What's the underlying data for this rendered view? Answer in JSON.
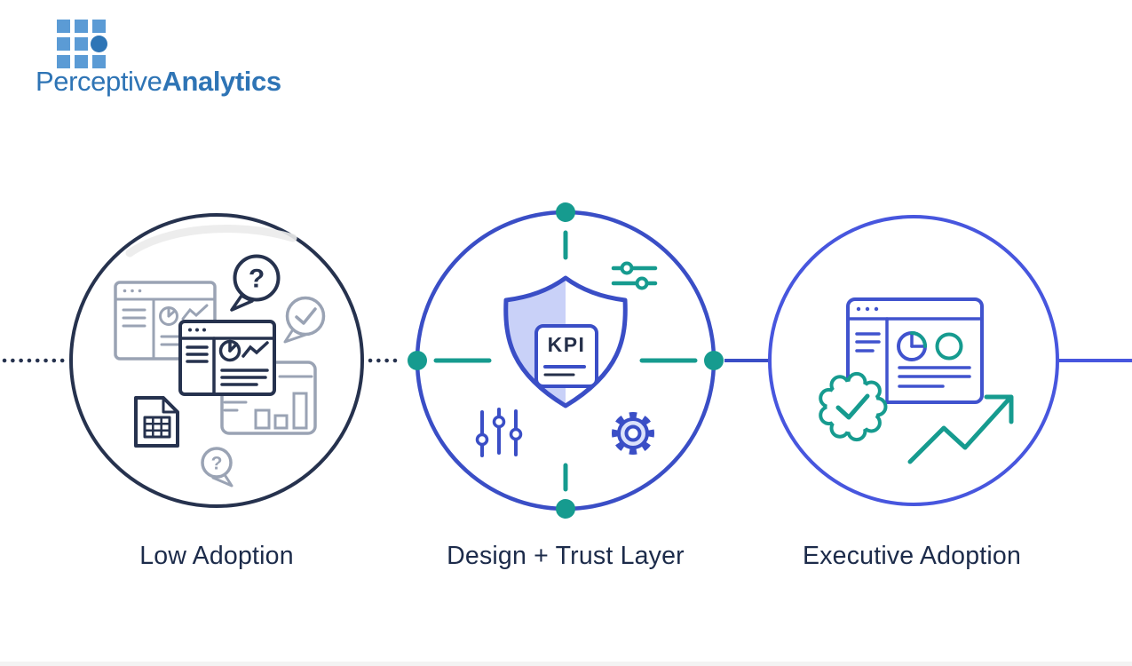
{
  "logo": {
    "brand_regular": "Perceptive",
    "brand_bold": "Analytics",
    "text_color": "#2E74B5",
    "square_color": "#5B9BD5",
    "dot_color": "#2E75B6"
  },
  "colors": {
    "navy": "#26324E",
    "gray_icon": "#9AA3B4",
    "blue": "#3A4EC6",
    "blue_light": "#4756DE",
    "teal": "#169B8F",
    "shield_lavender": "#C9D1F8",
    "gear_fill": "#DCE2FB",
    "label_text": "#1C2B4A"
  },
  "glyphs": {
    "question_mark": "?"
  },
  "stages": [
    {
      "label": "Low Adoption"
    },
    {
      "label": "Design + Trust Layer",
      "badge_text": "KPI"
    },
    {
      "label": "Executive Adoption"
    }
  ]
}
